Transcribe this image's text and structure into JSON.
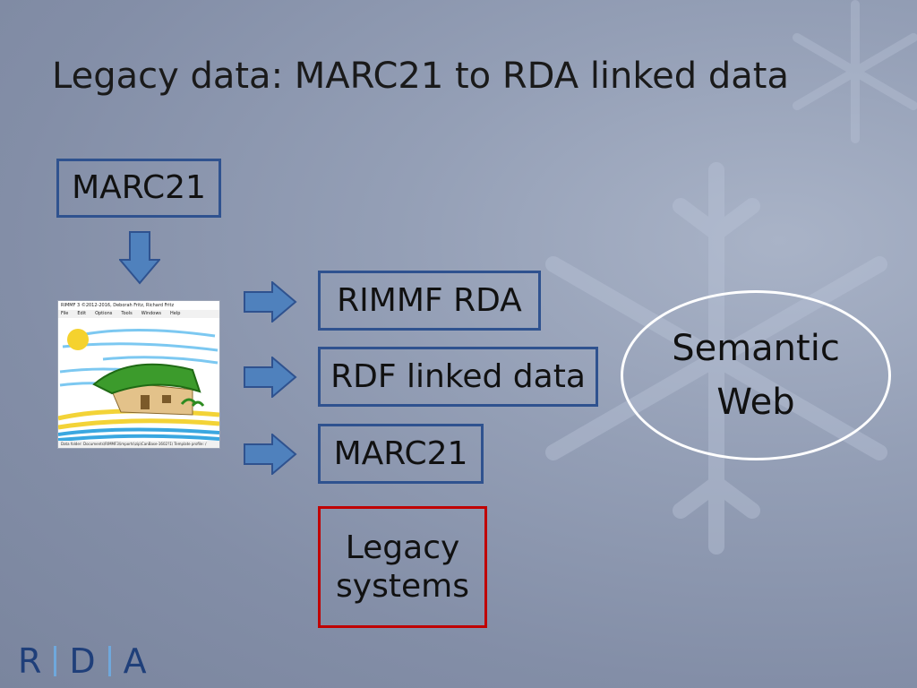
{
  "slide": {
    "title": "Legacy data: MARC21 to RDA linked data"
  },
  "source_box": {
    "label": "MARC21"
  },
  "app_thumbnail": {
    "window_title": "RIMMF 3   ©2012-2016, Deborah Fritz, Richard Fritz",
    "menu": [
      "File",
      "Edit",
      "Options",
      "Tools",
      "Windows",
      "Help"
    ],
    "status": "Data folder: Documents\\RIMMF3\\imports\\zip\\CanBase-1602?1\\   Template profile: /"
  },
  "outputs": [
    {
      "label": "RIMMF RDA"
    },
    {
      "label": "RDF linked data"
    },
    {
      "label": "MARC21"
    }
  ],
  "legacy_box": {
    "line1": "Legacy",
    "line2": "systems"
  },
  "semantic_web": {
    "line1": "Semantic",
    "line2": "Web"
  },
  "logo": {
    "letters": [
      "R",
      "D",
      "A"
    ]
  },
  "colors": {
    "box_border": "#2f528f",
    "arrow_fill": "#4f81bd",
    "legacy_border": "#c00000",
    "ellipse_border": "#ffffff"
  }
}
